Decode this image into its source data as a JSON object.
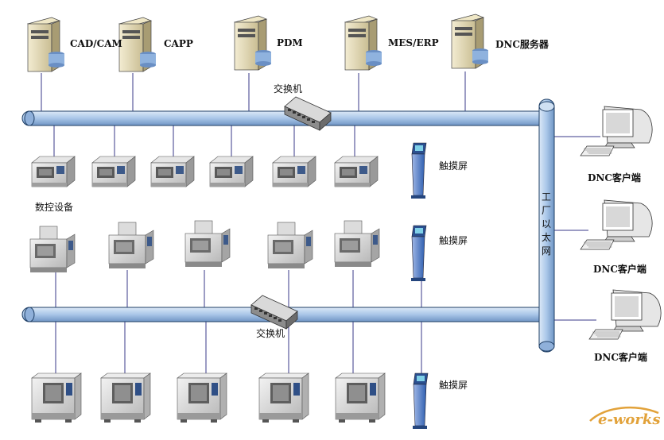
{
  "servers": [
    "CAD/CAM",
    "CAPP",
    "PDM",
    "MES/ERP",
    "DNC服务器"
  ],
  "switch_label": "交换机",
  "switch_label_bottom": "交换机",
  "touch_label": "触摸屏",
  "touch_label_2": "触摸屏",
  "touch_label_3": "触摸屏",
  "cnc_label": "数控设备",
  "ethernet_label": "工厂以太网",
  "clients": [
    "DNC客户端",
    "DNC客户端",
    "DNC客户端"
  ],
  "watermark": "e-works",
  "colors": {
    "bus": "#a9c6e8",
    "bus_edge": "#1f3f66",
    "link": "#3a3a8a",
    "accent": "#e2a23a"
  }
}
